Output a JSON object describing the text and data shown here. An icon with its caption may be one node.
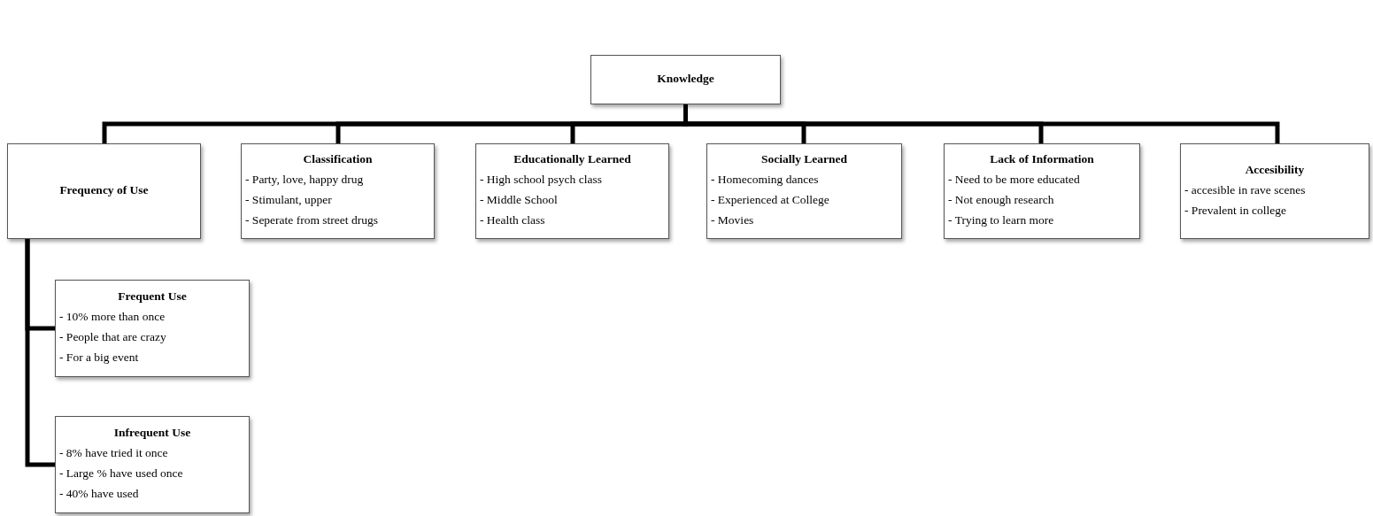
{
  "diagram": {
    "nodes": [
      {
        "text": [
          "Knowledge"
        ]
      },
      {
        "text": [
          "Frequency of Use"
        ]
      },
      {
        "text": [
          "Classification",
          "- Party, love, happy drug",
          "- Stimulant, upper",
          "- Seperate from street drugs"
        ]
      },
      {
        "text": [
          "Educationally Learned",
          "- High school psych class",
          "- Middle School",
          "- Health class"
        ]
      },
      {
        "text": [
          "Socially Learned",
          "- Homecoming dances",
          "- Experienced at College",
          "- Movies"
        ]
      },
      {
        "text": [
          "Lack of Information",
          "- Need to be more educated",
          "- Not enough research",
          "- Trying to learn more"
        ]
      },
      {
        "text": [
          "Accesibility",
          "- accesible in rave scenes",
          "- Prevalent in college"
        ]
      },
      {
        "text": [
          "Frequent Use",
          "- 10% more than once",
          "- People that are crazy",
          "- For a big event"
        ]
      },
      {
        "text": [
          "Infrequent Use",
          "- 8% have tried it once",
          "- Large % have  used once",
          "- 40% have used"
        ]
      }
    ],
    "edges": [
      {
        "from": 0,
        "to": 1,
        "arrow": "none"
      },
      {
        "from": 0,
        "to": 2,
        "arrow": "none"
      },
      {
        "from": 0,
        "to": 3,
        "arrow": "none"
      },
      {
        "from": 0,
        "to": 4,
        "arrow": "none"
      },
      {
        "from": 0,
        "to": 5,
        "arrow": "none"
      },
      {
        "from": 0,
        "to": 6,
        "arrow": "none"
      },
      {
        "from": 1,
        "to": 7,
        "arrow": "none"
      },
      {
        "from": 1,
        "to": 8,
        "arrow": "none"
      }
    ]
  }
}
